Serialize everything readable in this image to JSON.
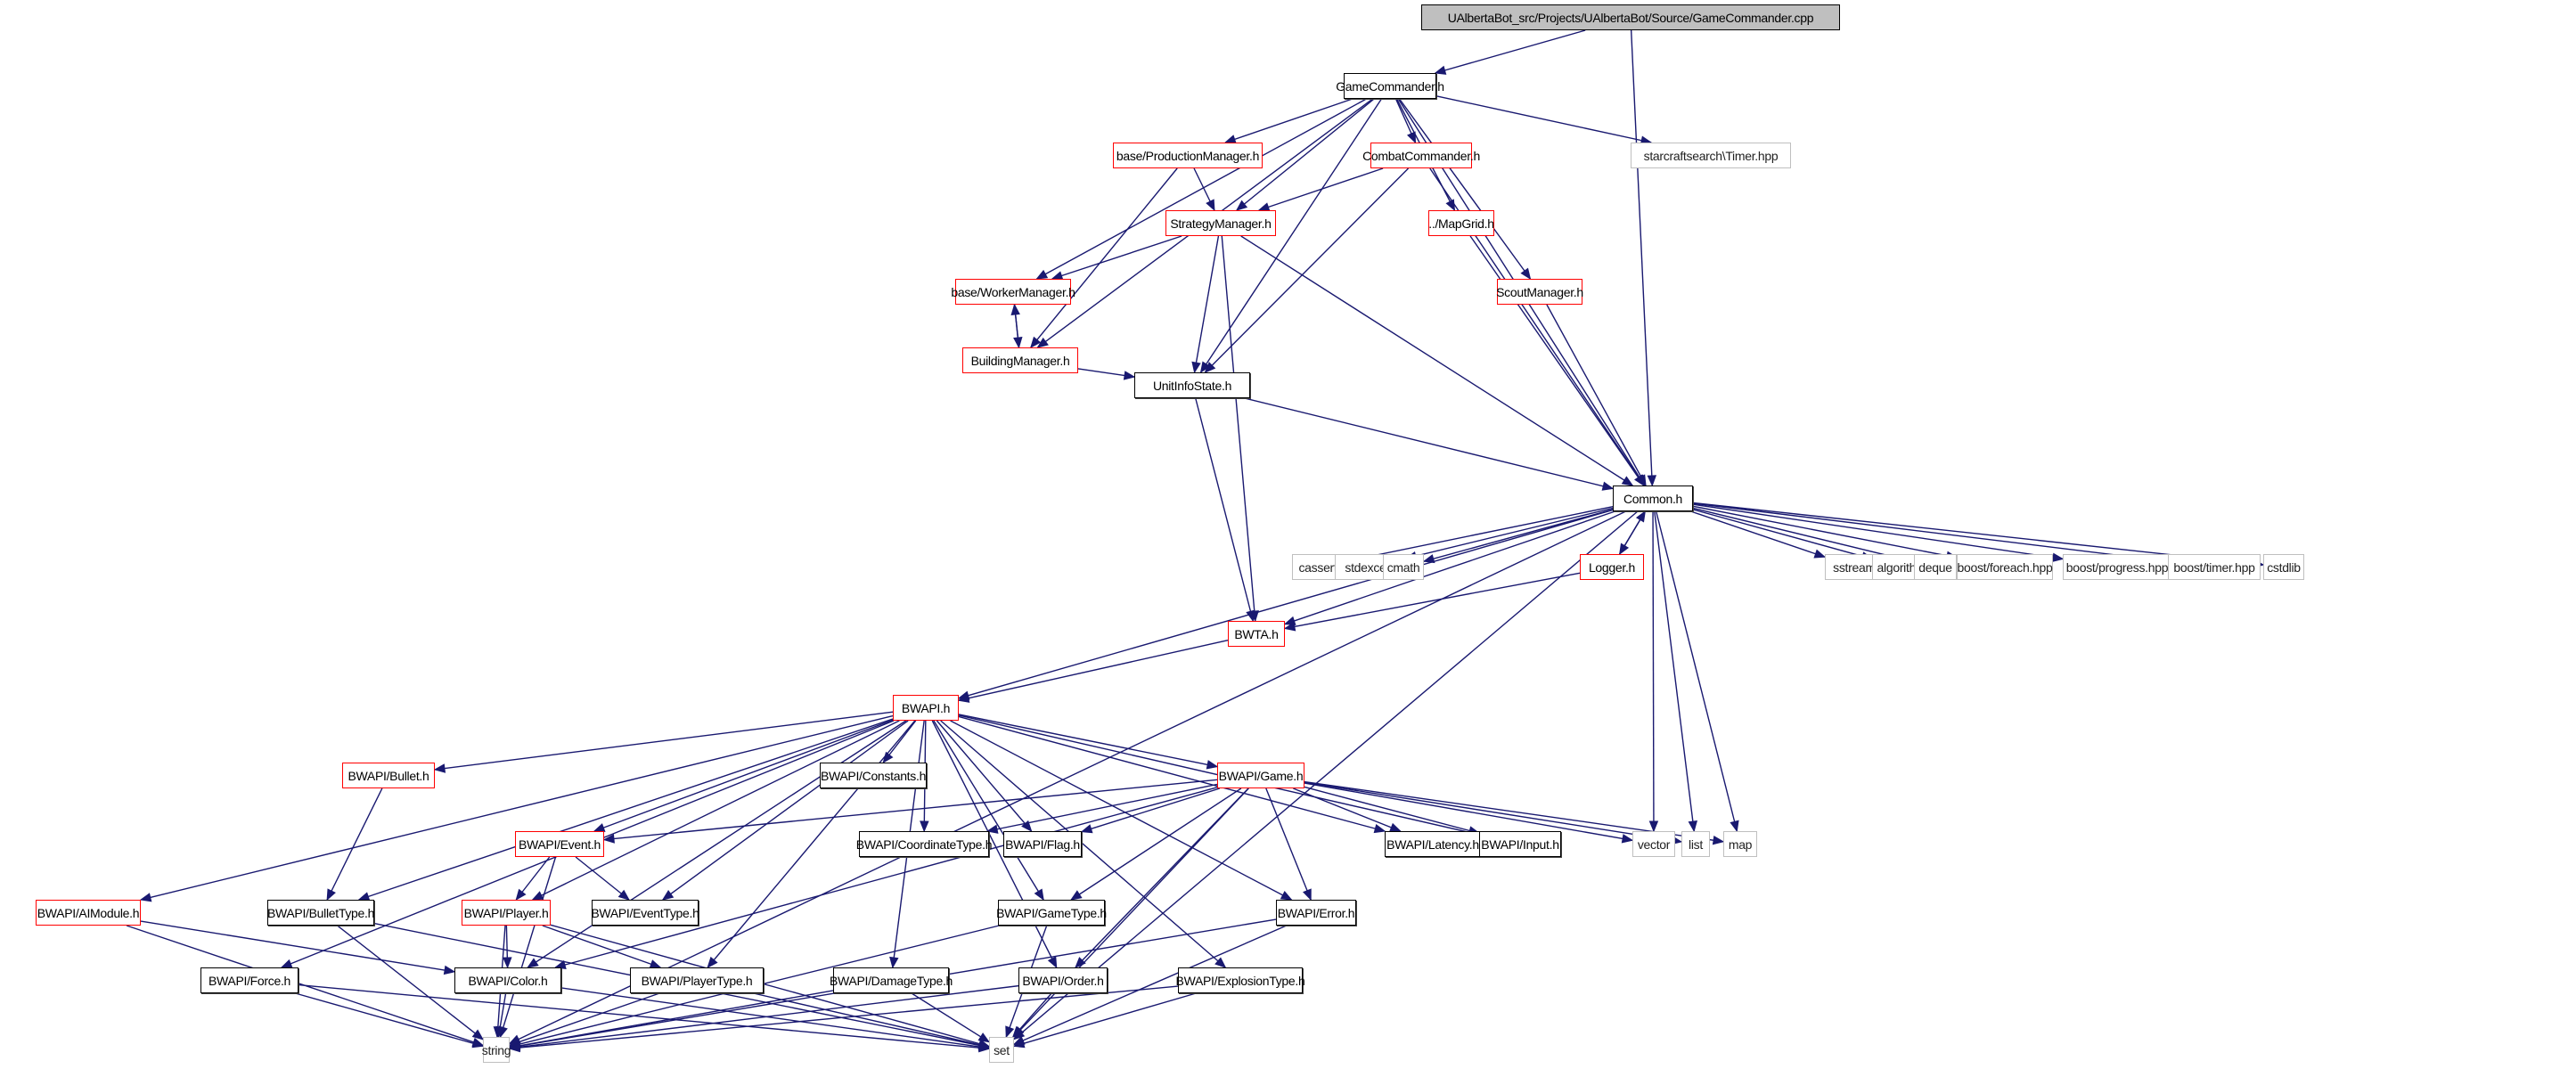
{
  "title": "UAlbertaBot_src/Projects/UAlbertaBot/Source/GameCommander.cpp",
  "edge_color": "#191970",
  "nodes": [
    {
      "id": "root",
      "label": "UAlbertaBot_src/Projects/UAlbertaBot/Source/GameCommander.cpp",
      "style": "root"
    },
    {
      "id": "gch",
      "label": "GameCommander.h",
      "style": "black"
    },
    {
      "id": "prod",
      "label": "base/ProductionManager.h",
      "style": "red"
    },
    {
      "id": "combat",
      "label": "CombatCommander.h",
      "style": "red"
    },
    {
      "id": "timer",
      "label": "starcraftsearch\\Timer.hpp",
      "style": "gray"
    },
    {
      "id": "strat",
      "label": "StrategyManager.h",
      "style": "red"
    },
    {
      "id": "mapgrid",
      "label": "../MapGrid.h",
      "style": "red"
    },
    {
      "id": "worker",
      "label": "base/WorkerManager.h",
      "style": "red"
    },
    {
      "id": "scout",
      "label": "ScoutManager.h",
      "style": "red"
    },
    {
      "id": "building",
      "label": "BuildingManager.h",
      "style": "red"
    },
    {
      "id": "unitinfo",
      "label": "UnitInfoState.h",
      "style": "black"
    },
    {
      "id": "common",
      "label": "Common.h",
      "style": "black"
    },
    {
      "id": "cassert",
      "label": "cassert",
      "style": "gray"
    },
    {
      "id": "stdexcept",
      "label": "stdexcept",
      "style": "gray"
    },
    {
      "id": "cmath",
      "label": "cmath",
      "style": "gray"
    },
    {
      "id": "logger",
      "label": "Logger.h",
      "style": "red"
    },
    {
      "id": "sstream",
      "label": "sstream",
      "style": "gray"
    },
    {
      "id": "algorithm",
      "label": "algorithm",
      "style": "gray"
    },
    {
      "id": "deque",
      "label": "deque",
      "style": "gray"
    },
    {
      "id": "bforeach",
      "label": "boost/foreach.hpp",
      "style": "gray"
    },
    {
      "id": "bprogress",
      "label": "boost/progress.hpp",
      "style": "gray"
    },
    {
      "id": "btimer",
      "label": "boost/timer.hpp",
      "style": "gray"
    },
    {
      "id": "cstdlib",
      "label": "cstdlib",
      "style": "gray"
    },
    {
      "id": "bwta",
      "label": "BWTA.h",
      "style": "red"
    },
    {
      "id": "bwapi",
      "label": "BWAPI.h",
      "style": "red"
    },
    {
      "id": "bullet",
      "label": "BWAPI/Bullet.h",
      "style": "red"
    },
    {
      "id": "constants",
      "label": "BWAPI/Constants.h",
      "style": "black"
    },
    {
      "id": "game",
      "label": "BWAPI/Game.h",
      "style": "red"
    },
    {
      "id": "coordtype",
      "label": "BWAPI/CoordinateType.h",
      "style": "black"
    },
    {
      "id": "flag",
      "label": "BWAPI/Flag.h",
      "style": "black"
    },
    {
      "id": "latency",
      "label": "BWAPI/Latency.h",
      "style": "black"
    },
    {
      "id": "input",
      "label": "BWAPI/Input.h",
      "style": "black"
    },
    {
      "id": "vector",
      "label": "vector",
      "style": "gray"
    },
    {
      "id": "list",
      "label": "list",
      "style": "gray"
    },
    {
      "id": "map",
      "label": "map",
      "style": "gray"
    },
    {
      "id": "event",
      "label": "BWAPI/Event.h",
      "style": "red"
    },
    {
      "id": "aimodule",
      "label": "BWAPI/AIModule.h",
      "style": "red"
    },
    {
      "id": "bullettype",
      "label": "BWAPI/BulletType.h",
      "style": "black"
    },
    {
      "id": "player",
      "label": "BWAPI/Player.h",
      "style": "red"
    },
    {
      "id": "eventtype",
      "label": "BWAPI/EventType.h",
      "style": "black"
    },
    {
      "id": "gametype",
      "label": "BWAPI/GameType.h",
      "style": "black"
    },
    {
      "id": "error",
      "label": "BWAPI/Error.h",
      "style": "black"
    },
    {
      "id": "force",
      "label": "BWAPI/Force.h",
      "style": "black"
    },
    {
      "id": "color",
      "label": "BWAPI/Color.h",
      "style": "black"
    },
    {
      "id": "playertype",
      "label": "BWAPI/PlayerType.h",
      "style": "black"
    },
    {
      "id": "damagetype",
      "label": "BWAPI/DamageType.h",
      "style": "black"
    },
    {
      "id": "order",
      "label": "BWAPI/Order.h",
      "style": "black"
    },
    {
      "id": "explosiontype",
      "label": "BWAPI/ExplosionType.h",
      "style": "black"
    },
    {
      "id": "string",
      "label": "string",
      "style": "gray"
    },
    {
      "id": "set",
      "label": "set",
      "style": "gray"
    }
  ],
  "edges": [
    [
      "root",
      "gch"
    ],
    [
      "root",
      "common"
    ],
    [
      "gch",
      "prod"
    ],
    [
      "gch",
      "combat"
    ],
    [
      "gch",
      "timer"
    ],
    [
      "gch",
      "strat"
    ],
    [
      "gch",
      "mapgrid"
    ],
    [
      "gch",
      "worker"
    ],
    [
      "gch",
      "scout"
    ],
    [
      "gch",
      "building"
    ],
    [
      "gch",
      "unitinfo"
    ],
    [
      "gch",
      "common"
    ],
    [
      "prod",
      "strat"
    ],
    [
      "prod",
      "building"
    ],
    [
      "combat",
      "strat"
    ],
    [
      "combat",
      "unitinfo"
    ],
    [
      "combat",
      "common"
    ],
    [
      "strat",
      "worker"
    ],
    [
      "strat",
      "unitinfo"
    ],
    [
      "strat",
      "bwta"
    ],
    [
      "strat",
      "common"
    ],
    [
      "mapgrid",
      "common"
    ],
    [
      "scout",
      "common"
    ],
    [
      "worker",
      "building"
    ],
    [
      "building",
      "worker"
    ],
    [
      "building",
      "unitinfo"
    ],
    [
      "unitinfo",
      "common"
    ],
    [
      "unitinfo",
      "bwta"
    ],
    [
      "common",
      "cassert"
    ],
    [
      "common",
      "stdexcept"
    ],
    [
      "common",
      "cmath"
    ],
    [
      "common",
      "logger"
    ],
    [
      "logger",
      "common"
    ],
    [
      "logger",
      "bwta"
    ],
    [
      "common",
      "sstream"
    ],
    [
      "common",
      "algorithm"
    ],
    [
      "common",
      "deque"
    ],
    [
      "common",
      "bforeach"
    ],
    [
      "common",
      "bprogress"
    ],
    [
      "common",
      "btimer"
    ],
    [
      "common",
      "cstdlib"
    ],
    [
      "common",
      "bwta"
    ],
    [
      "common",
      "bwapi"
    ],
    [
      "common",
      "vector"
    ],
    [
      "common",
      "list"
    ],
    [
      "common",
      "map"
    ],
    [
      "common",
      "string"
    ],
    [
      "common",
      "set"
    ],
    [
      "bwta",
      "bwapi"
    ],
    [
      "bwapi",
      "bullet"
    ],
    [
      "bwapi",
      "constants"
    ],
    [
      "bwapi",
      "game"
    ],
    [
      "bwapi",
      "coordtype"
    ],
    [
      "bwapi",
      "flag"
    ],
    [
      "bwapi",
      "latency"
    ],
    [
      "bwapi",
      "input"
    ],
    [
      "bwapi",
      "event"
    ],
    [
      "bwapi",
      "aimodule"
    ],
    [
      "bwapi",
      "bullettype"
    ],
    [
      "bwapi",
      "player"
    ],
    [
      "bwapi",
      "eventtype"
    ],
    [
      "bwapi",
      "gametype"
    ],
    [
      "bwapi",
      "error"
    ],
    [
      "bwapi",
      "force"
    ],
    [
      "bwapi",
      "color"
    ],
    [
      "bwapi",
      "playertype"
    ],
    [
      "bwapi",
      "damagetype"
    ],
    [
      "bwapi",
      "order"
    ],
    [
      "bwapi",
      "explosiontype"
    ],
    [
      "game",
      "event"
    ],
    [
      "game",
      "coordtype"
    ],
    [
      "game",
      "flag"
    ],
    [
      "game",
      "latency"
    ],
    [
      "game",
      "input"
    ],
    [
      "game",
      "vector"
    ],
    [
      "game",
      "list"
    ],
    [
      "game",
      "map"
    ],
    [
      "game",
      "gametype"
    ],
    [
      "game",
      "error"
    ],
    [
      "game",
      "order"
    ],
    [
      "game",
      "color"
    ],
    [
      "game",
      "set"
    ],
    [
      "bullet",
      "bullettype"
    ],
    [
      "event",
      "player"
    ],
    [
      "event",
      "eventtype"
    ],
    [
      "event",
      "string"
    ],
    [
      "aimodule",
      "color"
    ],
    [
      "aimodule",
      "string"
    ],
    [
      "bullettype",
      "string"
    ],
    [
      "bullettype",
      "set"
    ],
    [
      "player",
      "color"
    ],
    [
      "player",
      "playertype"
    ],
    [
      "player",
      "string"
    ],
    [
      "player",
      "set"
    ],
    [
      "gametype",
      "string"
    ],
    [
      "gametype",
      "set"
    ],
    [
      "error",
      "string"
    ],
    [
      "error",
      "set"
    ],
    [
      "force",
      "string"
    ],
    [
      "force",
      "set"
    ],
    [
      "color",
      "string"
    ],
    [
      "color",
      "set"
    ],
    [
      "playertype",
      "string"
    ],
    [
      "playertype",
      "set"
    ],
    [
      "damagetype",
      "string"
    ],
    [
      "damagetype",
      "set"
    ],
    [
      "order",
      "string"
    ],
    [
      "order",
      "set"
    ],
    [
      "explosiontype",
      "string"
    ],
    [
      "explosiontype",
      "set"
    ]
  ]
}
